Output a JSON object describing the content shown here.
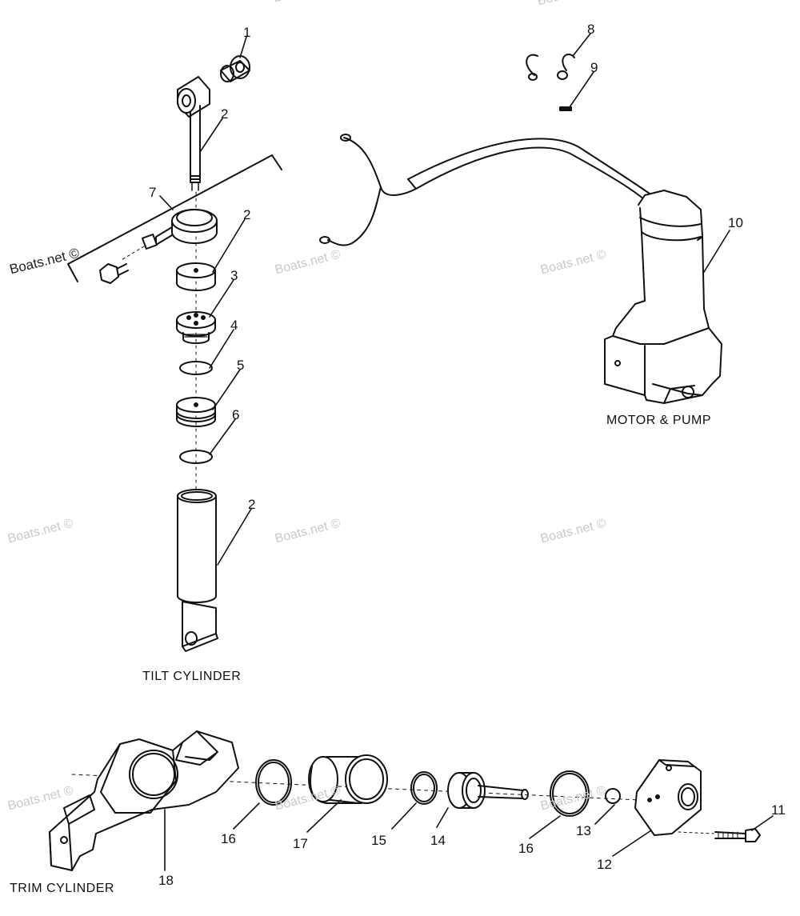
{
  "diagram": {
    "captions": {
      "tilt": "TILT CYLINDER",
      "motor": "MOTOR & PUMP",
      "trim": "TRIM CYLINDER"
    },
    "watermark": "Boats.net ©",
    "callouts": {
      "c1": "1",
      "c2a": "2",
      "c2b": "2",
      "c2c": "2",
      "c3": "3",
      "c4": "4",
      "c5": "5",
      "c6": "6",
      "c7": "7",
      "c8": "8",
      "c9": "9",
      "c10": "10",
      "c11": "11",
      "c12": "12",
      "c13": "13",
      "c14": "14",
      "c15": "15",
      "c16a": "16",
      "c16b": "16",
      "c17": "17",
      "c18": "18"
    }
  }
}
